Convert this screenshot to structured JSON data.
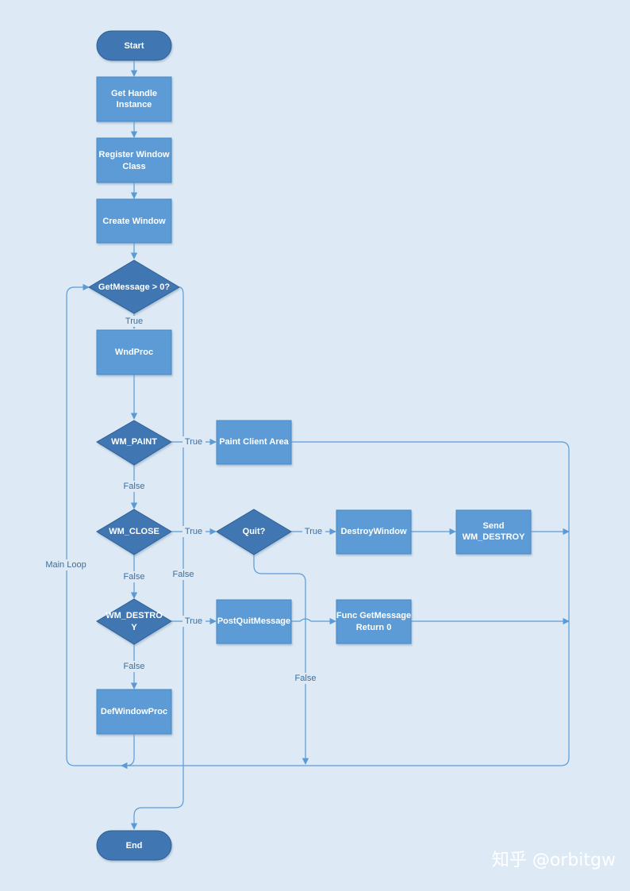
{
  "nodes": {
    "start": "Start",
    "get_handle": [
      "Get Handle",
      "Instance"
    ],
    "register_class": [
      "Register Window",
      "Class"
    ],
    "create_window": "Create Window",
    "getmessage": "GetMessage > 0?",
    "wndproc": "WndProc",
    "wm_paint": "WM_PAINT",
    "paint_client": "Paint Client Area",
    "wm_close": "WM_CLOSE",
    "quit": "Quit?",
    "destroy_window": "DestroyWindow",
    "send_destroy": [
      "Send",
      "WM_DESTROY"
    ],
    "wm_destroy": [
      "WM_DESTRO",
      "Y"
    ],
    "post_quit": "PostQuitMessage",
    "func_getmessage": [
      "Func GetMessage",
      "Return 0"
    ],
    "defwindowproc": "DefWindowProc",
    "end": "End"
  },
  "labels": {
    "true_label": "True",
    "false_label": "False",
    "main_loop": "Main Loop"
  },
  "watermark": "知乎 @orbitgw",
  "colors": {
    "background": "#ddeaf5",
    "node_fill": "#5b9bd5",
    "terminal_fill": "#3f77b3",
    "decision_fill": "#3f77b3",
    "line": "#5b9bd5"
  }
}
